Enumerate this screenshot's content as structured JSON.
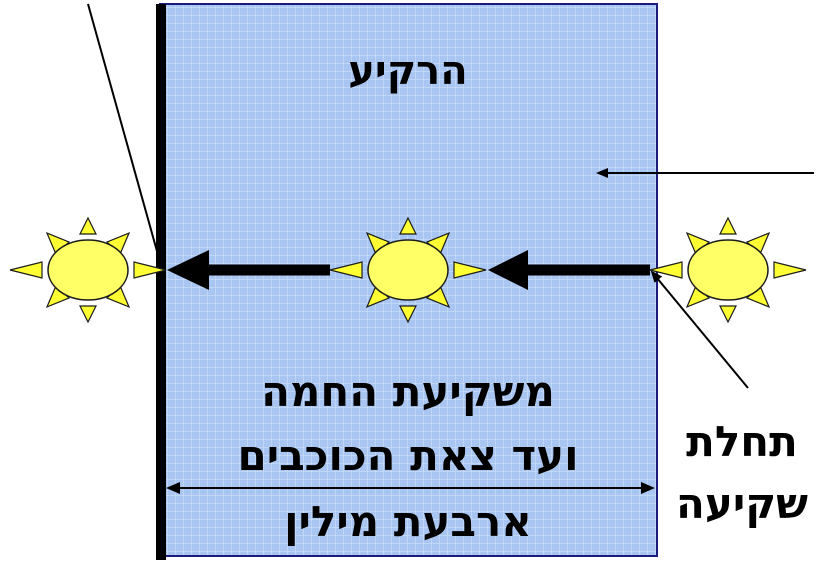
{
  "labels": {
    "sky": "הרקיע",
    "main_line1": "משקיעת החמה",
    "main_line2": "ועד צאת הכוכבים",
    "distance": "ארבעת מילין",
    "start_line1": "תחלת",
    "start_line2": "שקיעה"
  },
  "colors": {
    "sky_fill": "#a9c6f2",
    "sky_grid": "#c9dbf7",
    "sky_border": "#1c1c7c",
    "sun_body": "#ffff66",
    "sun_ray": "#ffff33",
    "sun_outline": "#1b1b1b",
    "arrow": "#000000"
  },
  "suns": [
    {
      "position": "outside-left"
    },
    {
      "position": "middle"
    },
    {
      "position": "outside-right"
    }
  ],
  "icons": [
    "sun-icon",
    "arrow-left-icon",
    "double-arrow-icon",
    "pointer-line"
  ]
}
